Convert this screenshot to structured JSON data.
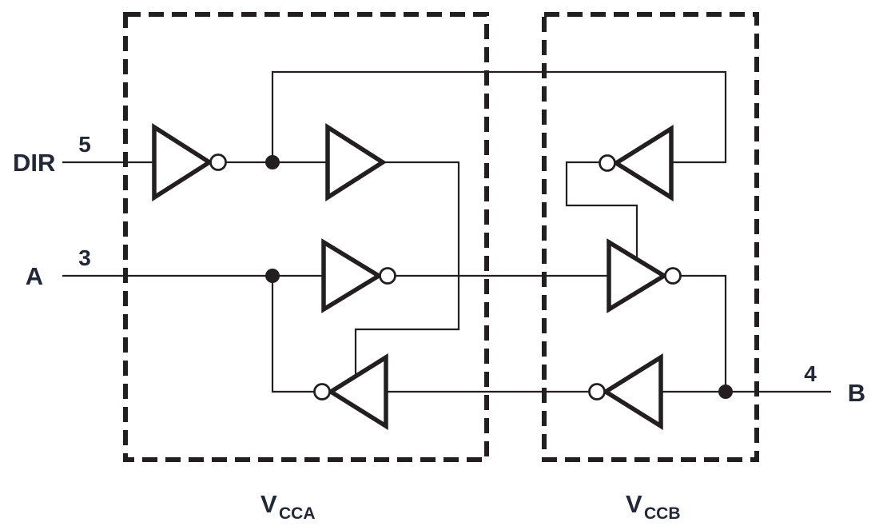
{
  "figure": {
    "type": "bus-transceiver-logic-diagram",
    "pins": {
      "dir": {
        "label": "DIR",
        "number": "5"
      },
      "a": {
        "label": "A",
        "number": "3"
      },
      "b": {
        "label": "B",
        "number": "4"
      }
    },
    "domains": {
      "a_side": {
        "main": "V",
        "sub": "CCA"
      },
      "b_side": {
        "main": "V",
        "sub": "CCB"
      }
    },
    "colors": {
      "line": "#231f20",
      "text": "#222835",
      "background": "#ffffff"
    }
  }
}
